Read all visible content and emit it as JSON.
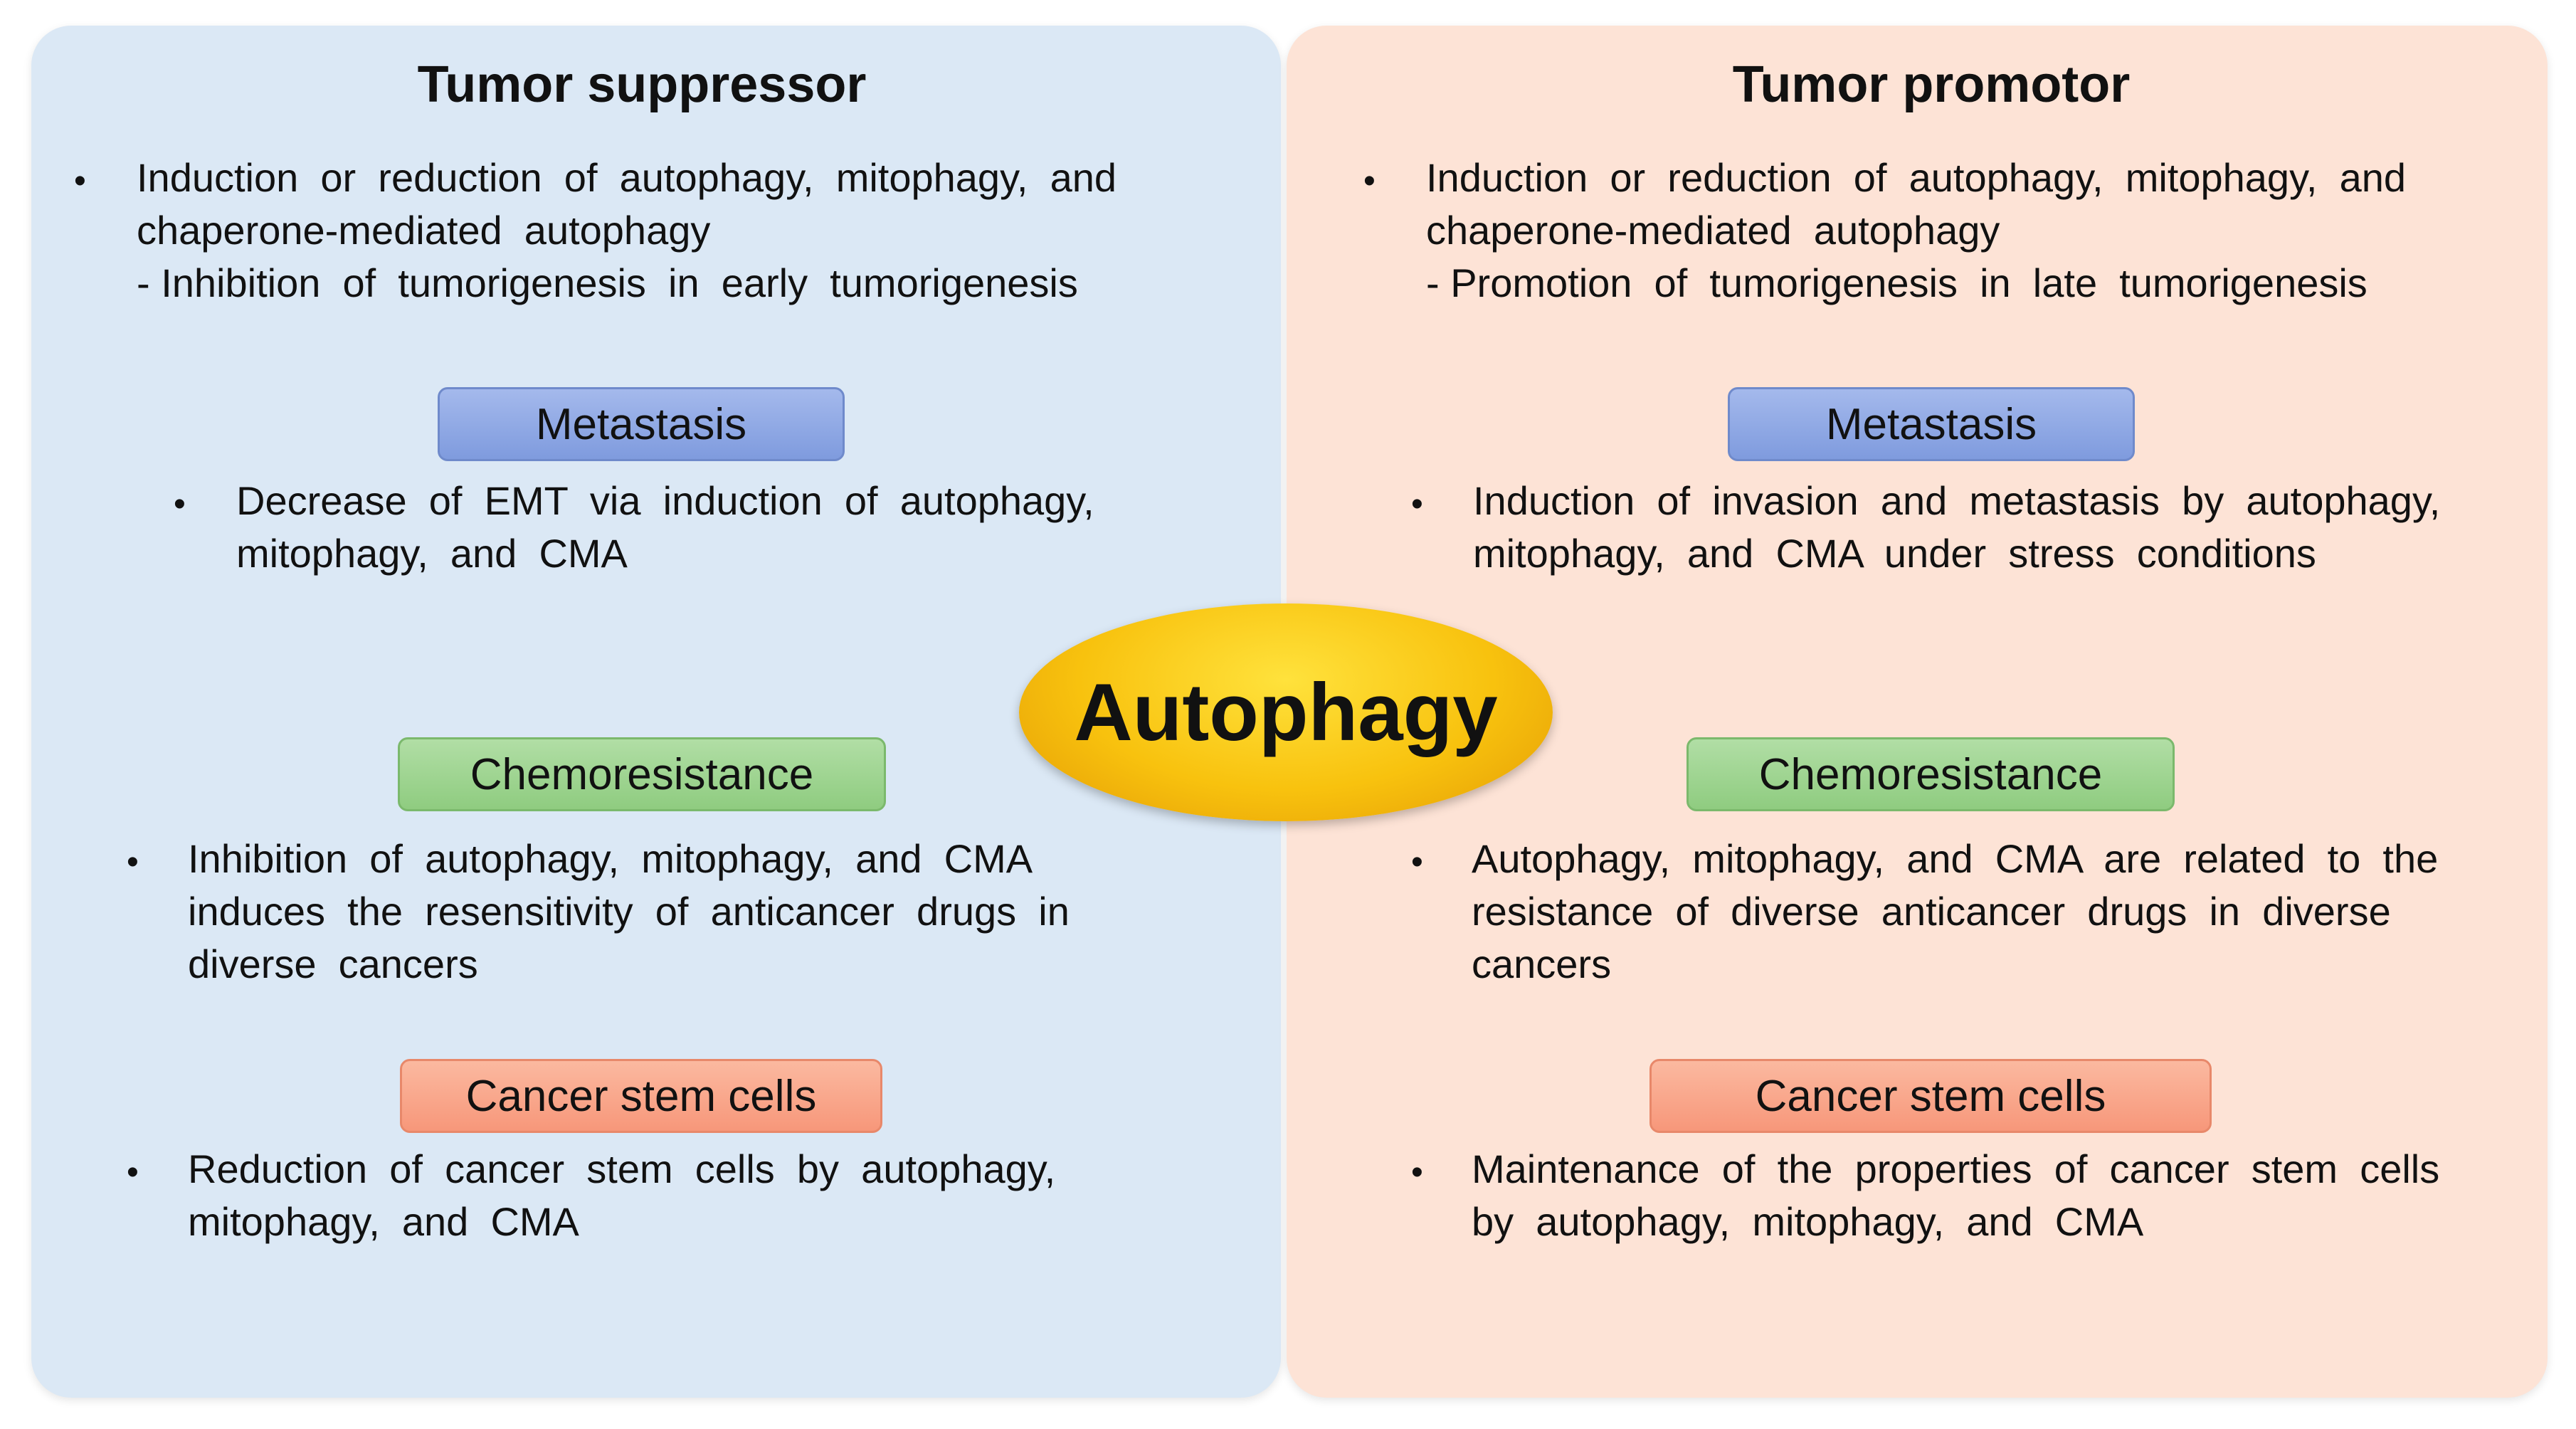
{
  "center": {
    "label": "Autophagy"
  },
  "left": {
    "title": "Tumor suppressor",
    "intro": [
      "Induction  or  reduction  of  autophagy,  mitophagy,  and",
      "chaperone-mediated  autophagy",
      "- Inhibition  of  tumorigenesis  in  early  tumorigenesis"
    ],
    "metastasis": {
      "label": "Metastasis",
      "text": [
        "Decrease  of  EMT  via  induction  of  autophagy,",
        "mitophagy,  and  CMA"
      ]
    },
    "chemoresistance": {
      "label": "Chemoresistance",
      "text": [
        "Inhibition  of  autophagy,  mitophagy,  and  CMA",
        "induces  the  resensitivity  of  anticancer  drugs  in",
        "diverse  cancers"
      ]
    },
    "stem": {
      "label": "Cancer stem cells",
      "text": [
        "Reduction  of  cancer  stem  cells  by  autophagy,",
        "mitophagy,  and  CMA"
      ]
    }
  },
  "right": {
    "title": "Tumor promotor",
    "intro": [
      "Induction  or  reduction  of  autophagy,  mitophagy,  and",
      "chaperone-mediated  autophagy",
      "- Promotion  of  tumorigenesis  in  late  tumorigenesis"
    ],
    "metastasis": {
      "label": "Metastasis",
      "text": [
        "Induction  of  invasion  and  metastasis  by  autophagy,",
        "mitophagy,  and  CMA  under  stress  conditions"
      ]
    },
    "chemoresistance": {
      "label": "Chemoresistance",
      "text": [
        "Autophagy,  mitophagy,  and  CMA  are  related  to  the",
        "resistance  of  diverse  anticancer  drugs  in  diverse",
        "cancers"
      ]
    },
    "stem": {
      "label": "Cancer stem cells",
      "text": [
        "Maintenance  of  the  properties  of  cancer  stem  cells",
        "by  autophagy,  mitophagy,  and  CMA"
      ]
    }
  },
  "colors": {
    "left_panel": "#dbe8f5",
    "right_panel": "#fde3d6",
    "metastasis_tag": "#8fa8e4",
    "chemoresistance_tag": "#9fd592",
    "stem_tag": "#f9a88c",
    "hub": "#f8c20e"
  }
}
